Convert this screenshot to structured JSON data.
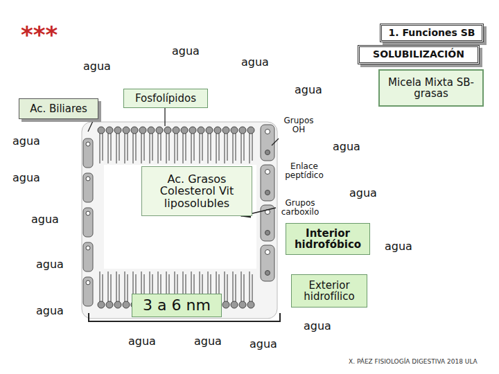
{
  "diagram": {
    "nodes": [
      {
        "text": [
          "1. Funciones SB"
        ]
      },
      {
        "text": [
          "SOLUBILIZACIÓN"
        ]
      },
      {
        "text": [
          "Micela Mixta SB-grasas"
        ]
      },
      {
        "text": [
          "Fosfolípidos"
        ]
      },
      {
        "text": [
          "Ac. Biliares"
        ]
      },
      {
        "text": [
          "Ac. Grasos Colesterol Vit liposolubles"
        ]
      },
      {
        "text": [
          "Interior hidrofóbico"
        ]
      },
      {
        "text": [
          "Exterior hidrofílico"
        ]
      },
      {
        "text": [
          "3 a 6 nm"
        ]
      }
    ],
    "labels": [
      "***",
      "agua",
      "agua",
      "agua",
      "agua",
      "agua",
      "agua",
      "agua",
      "agua",
      "agua",
      "agua",
      "agua",
      "agua",
      "agua",
      "agua",
      "agua",
      "agua",
      "Grupos OH",
      "Enlace peptídico",
      "Grupos carboxilo",
      "X. PÁEZ  FISIOLOGÍA DIGESTIVA 2018 ULA"
    ]
  }
}
